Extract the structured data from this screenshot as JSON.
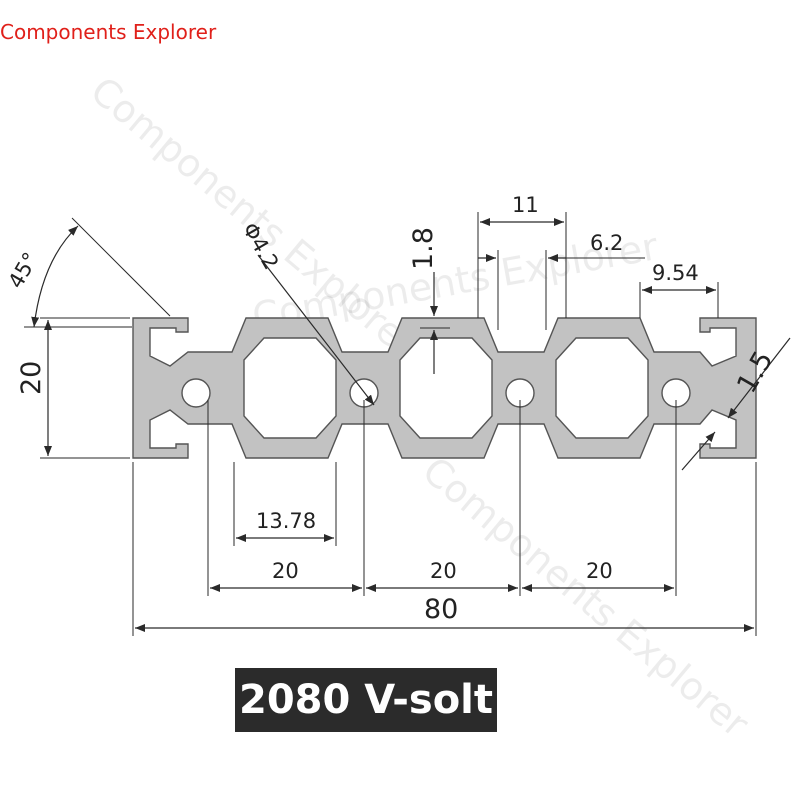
{
  "brand": "Components Explorer",
  "watermark": "Components Explorer",
  "profile_label": "2080 V-solt",
  "dimensions": {
    "angle": "45°",
    "hole_diameter": "Φ4.2",
    "wall_thickness": "1.8",
    "slot_opening": "11",
    "slot_inner": "6.2",
    "slot_depth": "9.54",
    "lip_thickness": "1.5",
    "height": "20",
    "cavity_width": "13.78",
    "pitch_1": "20",
    "pitch_2": "20",
    "pitch_3": "20",
    "overall_width": "80"
  },
  "colors": {
    "brand": "#e0201a",
    "profile_fill": "#c2c2c2",
    "profile_stroke": "#555555",
    "label_bg": "#2b2b2b"
  }
}
